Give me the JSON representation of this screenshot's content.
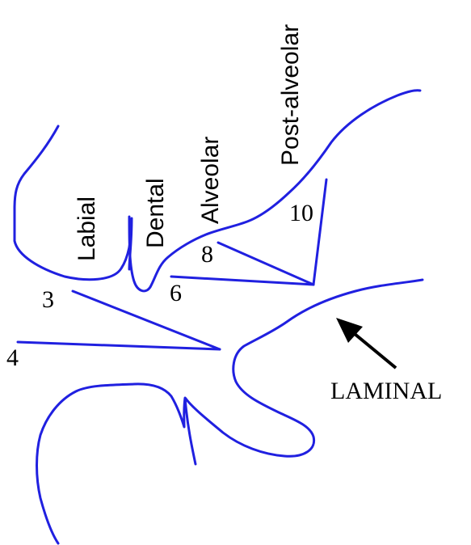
{
  "diagram": {
    "region_labels": {
      "labial": "Labial",
      "dental": "Dental",
      "alveolar": "Alveolar",
      "post_alveolar": "Post-alveolar"
    },
    "angle_labels": {
      "a3": "3",
      "a4": "4",
      "a6": "6",
      "a8": "8",
      "a10": "10"
    },
    "annotation": "LAMINAL",
    "line_color": "#2020e0",
    "arrow_color": "#000000"
  }
}
